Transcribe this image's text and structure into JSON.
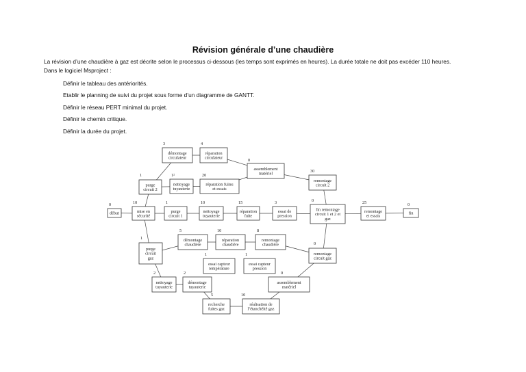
{
  "document": {
    "title": "Révision générale d’une chaudière",
    "intro": [
      "La révision d’une chaudière à gaz est décrite selon le processus ci-dessous (les temps sont exprimés en heures). La durée totale ne doit pas excéder 110 heures.",
      "Dans le logiciel Msproject :"
    ],
    "tasks": [
      "Définir le tableau des antériorités.",
      "Etablir le planning de suivi du projet sous forme d’un diagramme de GANTT.",
      "Définir le réseau PERT minimal du projet.",
      "Définir le chemin critique.",
      "Définir la durée du projet."
    ]
  },
  "diagram": {
    "nodes": [
      {
        "id": "debut",
        "lines": [
          "début"
        ],
        "duration": "0"
      },
      {
        "id": "mise",
        "lines": [
          "mise en",
          "sécurité"
        ],
        "duration": "10"
      },
      {
        "id": "purge1",
        "lines": [
          "purge",
          "circuit 1"
        ],
        "duration": "1"
      },
      {
        "id": "nett1",
        "lines": [
          "nettoyage",
          "tuyauterie"
        ],
        "duration": "10"
      },
      {
        "id": "repfuite",
        "lines": [
          "réparation",
          "fuite"
        ],
        "duration": "15"
      },
      {
        "id": "essai",
        "lines": [
          "essai de",
          "pression"
        ],
        "duration": "3"
      },
      {
        "id": "finrem",
        "lines": [
          "fin remontage",
          "circuit 1 et 2 et",
          "gaz"
        ],
        "duration": "0"
      },
      {
        "id": "remessais",
        "lines": [
          "remontage",
          "et essais"
        ],
        "duration": "25"
      },
      {
        "id": "fin",
        "lines": [
          "fin"
        ],
        "duration": "0"
      },
      {
        "id": "demcirc",
        "lines": [
          "démontage",
          "circulateur"
        ],
        "duration": "3"
      },
      {
        "id": "repcirc",
        "lines": [
          "réparation",
          "circulateur"
        ],
        "duration": "4"
      },
      {
        "id": "assmat1",
        "lines": [
          "assemblement",
          "matériel"
        ],
        "duration": "0"
      },
      {
        "id": "purge2",
        "lines": [
          "purge",
          "circuit 2"
        ],
        "duration": "1"
      },
      {
        "id": "nett2",
        "lines": [
          "nettoyage",
          "tuyauterie"
        ],
        "duration": "1²"
      },
      {
        "id": "repfuites",
        "lines": [
          "réparation fuites",
          "et essais"
        ],
        "duration": "20"
      },
      {
        "id": "rem2",
        "lines": [
          "remontage",
          "circuit 2"
        ],
        "duration": "30"
      },
      {
        "id": "purgegaz",
        "lines": [
          "purge",
          "circuit",
          "gaz"
        ],
        "duration": "1"
      },
      {
        "id": "demchaud",
        "lines": [
          "démontage",
          "chaudière"
        ],
        "duration": "5"
      },
      {
        "id": "repchaud",
        "lines": [
          "réparation",
          "chaudière"
        ],
        "duration": "10"
      },
      {
        "id": "remchaud",
        "lines": [
          "remontage",
          "chaudière"
        ],
        "duration": "8"
      },
      {
        "id": "remgaz",
        "lines": [
          "remontage",
          "circuit gaz"
        ],
        "duration": "0"
      },
      {
        "id": "capteur",
        "lines": [
          "essai capteur",
          "température"
        ],
        "duration": "1"
      },
      {
        "id": "pression",
        "lines": [
          "essai capteur",
          "pression"
        ],
        "duration": "1"
      },
      {
        "id": "nett3",
        "lines": [
          "nettoyage",
          "tuyauterie"
        ],
        "duration": "2"
      },
      {
        "id": "demtuy",
        "lines": [
          "démontage",
          "tuyauterie"
        ],
        "duration": "2"
      },
      {
        "id": "assmat2",
        "lines": [
          "assemblement",
          "matériel"
        ],
        "duration": "0"
      },
      {
        "id": "recherche",
        "lines": [
          "recherche",
          "fuites gaz"
        ],
        "duration": "5"
      },
      {
        "id": "realisation",
        "lines": [
          "réalisation de",
          "l’étanchéité gaz"
        ],
        "duration": "10"
      }
    ]
  }
}
